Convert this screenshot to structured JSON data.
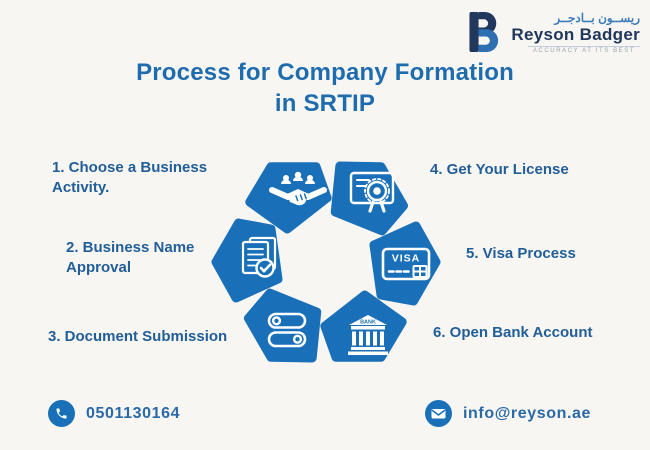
{
  "colors": {
    "background": "#f7f6f3",
    "primary": "#1a70b8",
    "title": "#1e6cae",
    "step_text": "#225e97",
    "contact_text": "#2a69a8",
    "logo_navy": "#21375c",
    "logo_blue": "#2e6fb2",
    "arabic_blue": "#3f7cba",
    "tagline_gray": "#9aa3ad"
  },
  "logo": {
    "arabic": "ريســون بــادجــر",
    "name": "Reyson Badger",
    "tagline": "ACCURACY AT ITS BEST"
  },
  "title": {
    "line1": "Process for Company Formation",
    "line2": "in SRTIP"
  },
  "steps": {
    "left": [
      {
        "label": "1. Choose a Business Activity."
      },
      {
        "label": "2. Business Name Approval"
      },
      {
        "label": "3. Document Submission"
      }
    ],
    "right": [
      {
        "label": "4. Get Your License"
      },
      {
        "label": "5. Visa Process"
      },
      {
        "label": "6. Open Bank Account"
      }
    ]
  },
  "diagram": {
    "type": "hexagonal-cycle",
    "segment_count": 6,
    "visa_label": "VISA",
    "bank_label": "BANK",
    "icons": [
      "handshake-people-icon",
      "license-certificate-icon",
      "visa-card-icon",
      "bank-building-icon",
      "toggle-switches-icon",
      "documents-approved-icon"
    ]
  },
  "contact": {
    "phone": "0501130164",
    "email": "info@reyson.ae"
  }
}
